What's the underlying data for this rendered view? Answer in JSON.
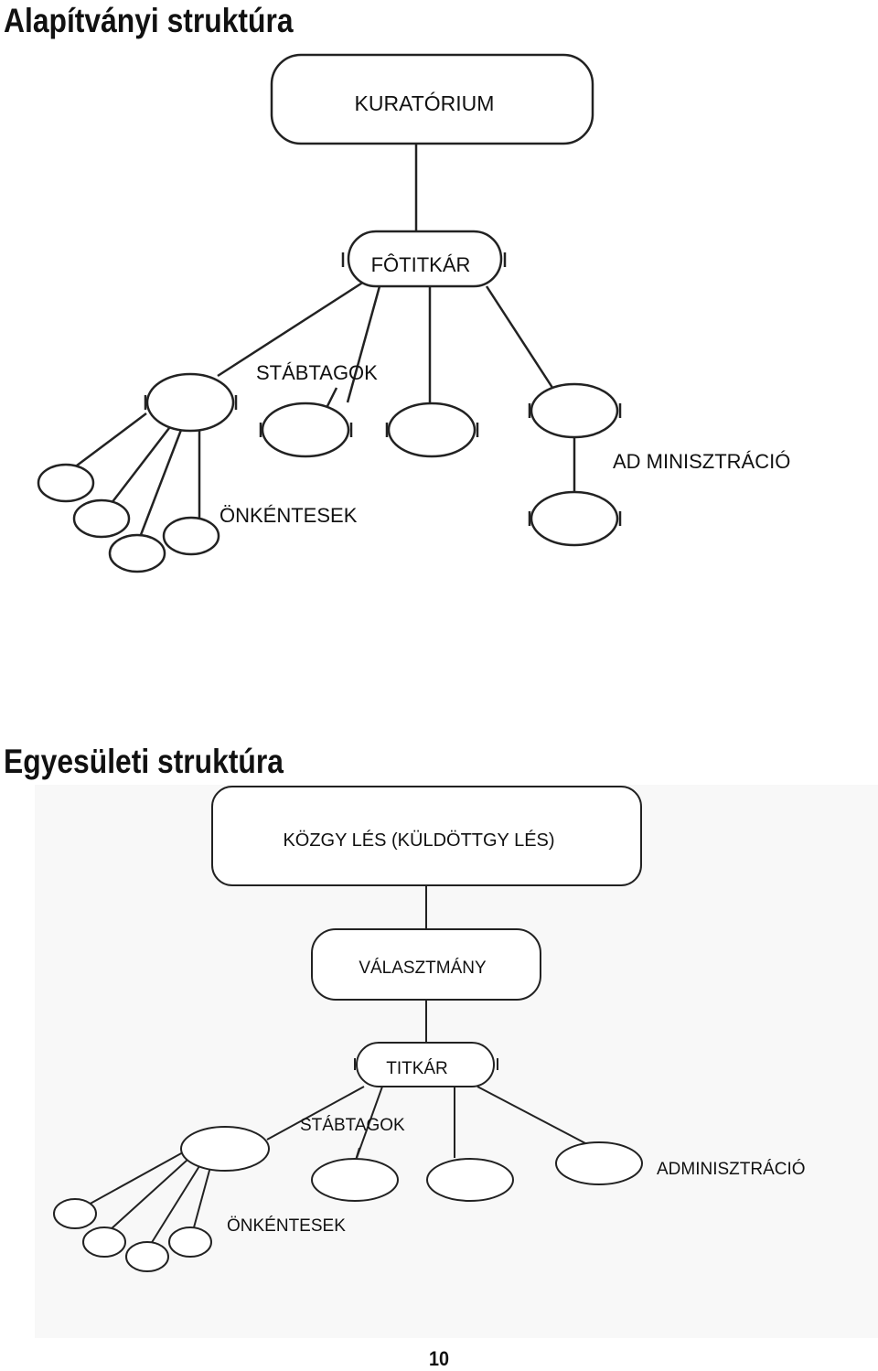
{
  "headings": {
    "foundation": "Alapítványi struktúra",
    "association": "Egyesületi struktúra"
  },
  "foundation_chart": {
    "board": "KURATÓRIUM",
    "secretary_general": "FÔTITKÁR",
    "staff": "STÁBTAGOK",
    "administration": "AD MINISZTRÁCIÓ",
    "volunteers": "ÖNKÉNTESEK"
  },
  "association_chart": {
    "assembly": "KÖZGY LÉS (KÜLDÖTTGY LÉS)",
    "board": "VÁLASZTMÁNY",
    "secretary": "TITKÁR",
    "staff": "STÁBTAGOK",
    "administration": "ADMINISZTRÁCIÓ",
    "volunteers": "ÖNKÉNTESEK"
  },
  "page_number": "10"
}
